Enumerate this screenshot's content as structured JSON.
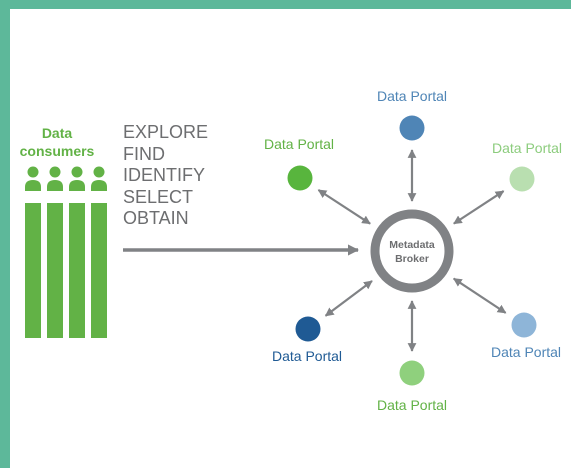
{
  "consumers": {
    "title_line1": "Data",
    "title_line2": "consumers",
    "person_count": 4,
    "color": "#62b246"
  },
  "actions": [
    "EXPLORE",
    "FIND",
    "IDENTIFY",
    "SELECT",
    "OBTAIN"
  ],
  "broker": {
    "label_line1": "Metadata",
    "label_line2": "Broker",
    "ring_color": "#808285"
  },
  "portals": [
    {
      "label": "Data Portal",
      "color": "#4f85b6",
      "label_color": "#4f85b6"
    },
    {
      "label": "Data Portal",
      "color": "#b9dfb0",
      "label_color": "#8ccc7d"
    },
    {
      "label": "Data Portal",
      "color": "#8eb5d8",
      "label_color": "#4f85b6"
    },
    {
      "label": "Data Portal",
      "color": "#8fd07d",
      "label_color": "#62b246"
    },
    {
      "label": "Data Portal",
      "color": "#1f5a94",
      "label_color": "#1f5a94"
    },
    {
      "label": "Data Portal",
      "color": "#58b53d",
      "label_color": "#62b246"
    }
  ],
  "arrow_color": "#808285"
}
